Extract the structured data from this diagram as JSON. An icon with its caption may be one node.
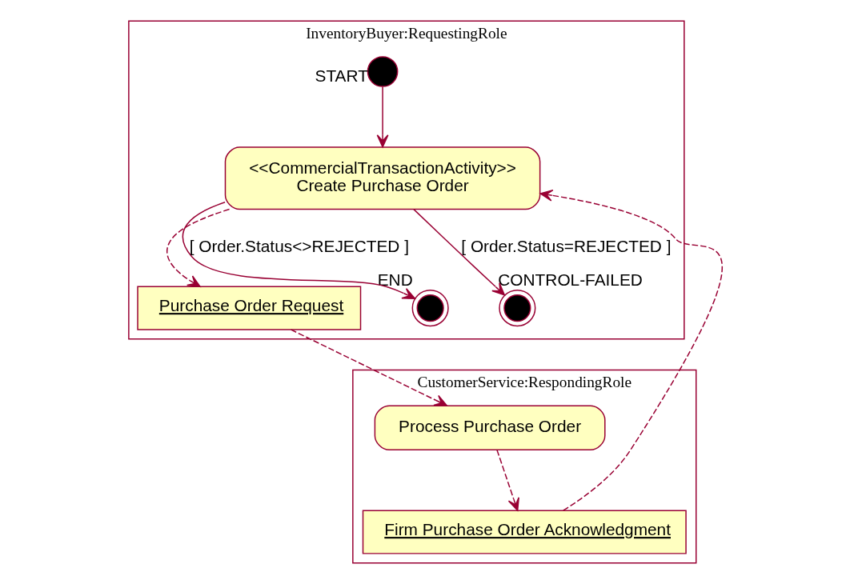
{
  "diagram": {
    "nodes": [
      {
        "text": [
          "InventoryBuyer:RequestingRole"
        ]
      },
      {
        "text": [
          "CustomerService:RespondingRole"
        ]
      },
      {
        "text": [],
        "shape": "circle",
        "in": 0,
        "beside": [
          "START"
        ]
      },
      {
        "text": [
          "<<CommercialTransactionActivity>>",
          "Create Purchase Order"
        ],
        "in": 0
      },
      {
        "text": [
          "Purchase Order Request"
        ],
        "in": 0
      },
      {
        "text": [],
        "shape": "circle",
        "in": 0,
        "beside": [
          "END"
        ]
      },
      {
        "text": [],
        "shape": "circle",
        "in": 0,
        "beside": [
          "CONTROL-FAILED"
        ]
      },
      {
        "text": [
          "Process Purchase Order"
        ],
        "in": 1
      },
      {
        "text": [
          "Firm Purchase Order Acknowledgment"
        ],
        "in": 1
      }
    ],
    "edges": [
      {
        "from": 2,
        "to": 3,
        "arrow": "to"
      },
      {
        "from": 3,
        "to": 5,
        "arrow": "to",
        "label": "[ Order.Status<>REJECTED ]"
      },
      {
        "from": 3,
        "to": 6,
        "arrow": "to",
        "label": "[ Order.Status=REJECTED ]"
      },
      {
        "from": 3,
        "to": 4,
        "arrow": "to",
        "style": "dashed"
      },
      {
        "from": 4,
        "to": 7,
        "arrow": "to",
        "style": "dashed"
      },
      {
        "from": 7,
        "to": 8,
        "arrow": "to",
        "style": "dashed"
      },
      {
        "from": 8,
        "to": 3,
        "arrow": "to",
        "style": "dashed"
      }
    ]
  }
}
